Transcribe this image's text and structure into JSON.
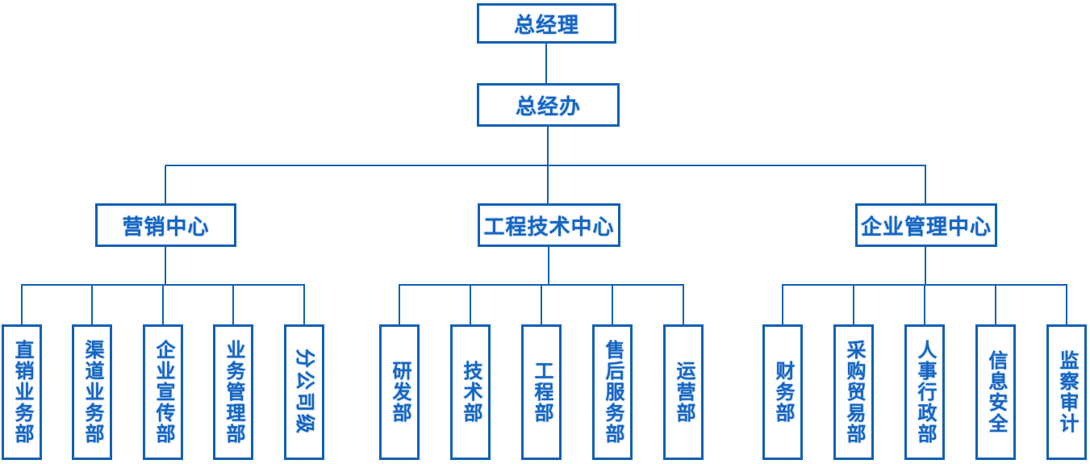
{
  "theme": {
    "line_color": "#1261b2",
    "text_color": "#1565c3",
    "background_color": "#ffffff"
  },
  "org": {
    "root": {
      "label": "总经理"
    },
    "office": {
      "label": "总经办"
    },
    "groups": [
      {
        "label": "营销中心",
        "children": [
          {
            "label": "直销业务部"
          },
          {
            "label": "渠道业务部"
          },
          {
            "label": "企业宣传部"
          },
          {
            "label": "业务管理部"
          },
          {
            "label": "分公司级"
          }
        ]
      },
      {
        "label": "工程技术中心",
        "children": [
          {
            "label": "研发部"
          },
          {
            "label": "技术部"
          },
          {
            "label": "工程部"
          },
          {
            "label": "售后服务部"
          },
          {
            "label": "运营部"
          }
        ]
      },
      {
        "label": "企业管理中心",
        "children": [
          {
            "label": "财务部"
          },
          {
            "label": "采购贸易部"
          },
          {
            "label": "人事行政部"
          },
          {
            "label": "信息安全"
          },
          {
            "label": "监察审计"
          }
        ]
      }
    ]
  }
}
